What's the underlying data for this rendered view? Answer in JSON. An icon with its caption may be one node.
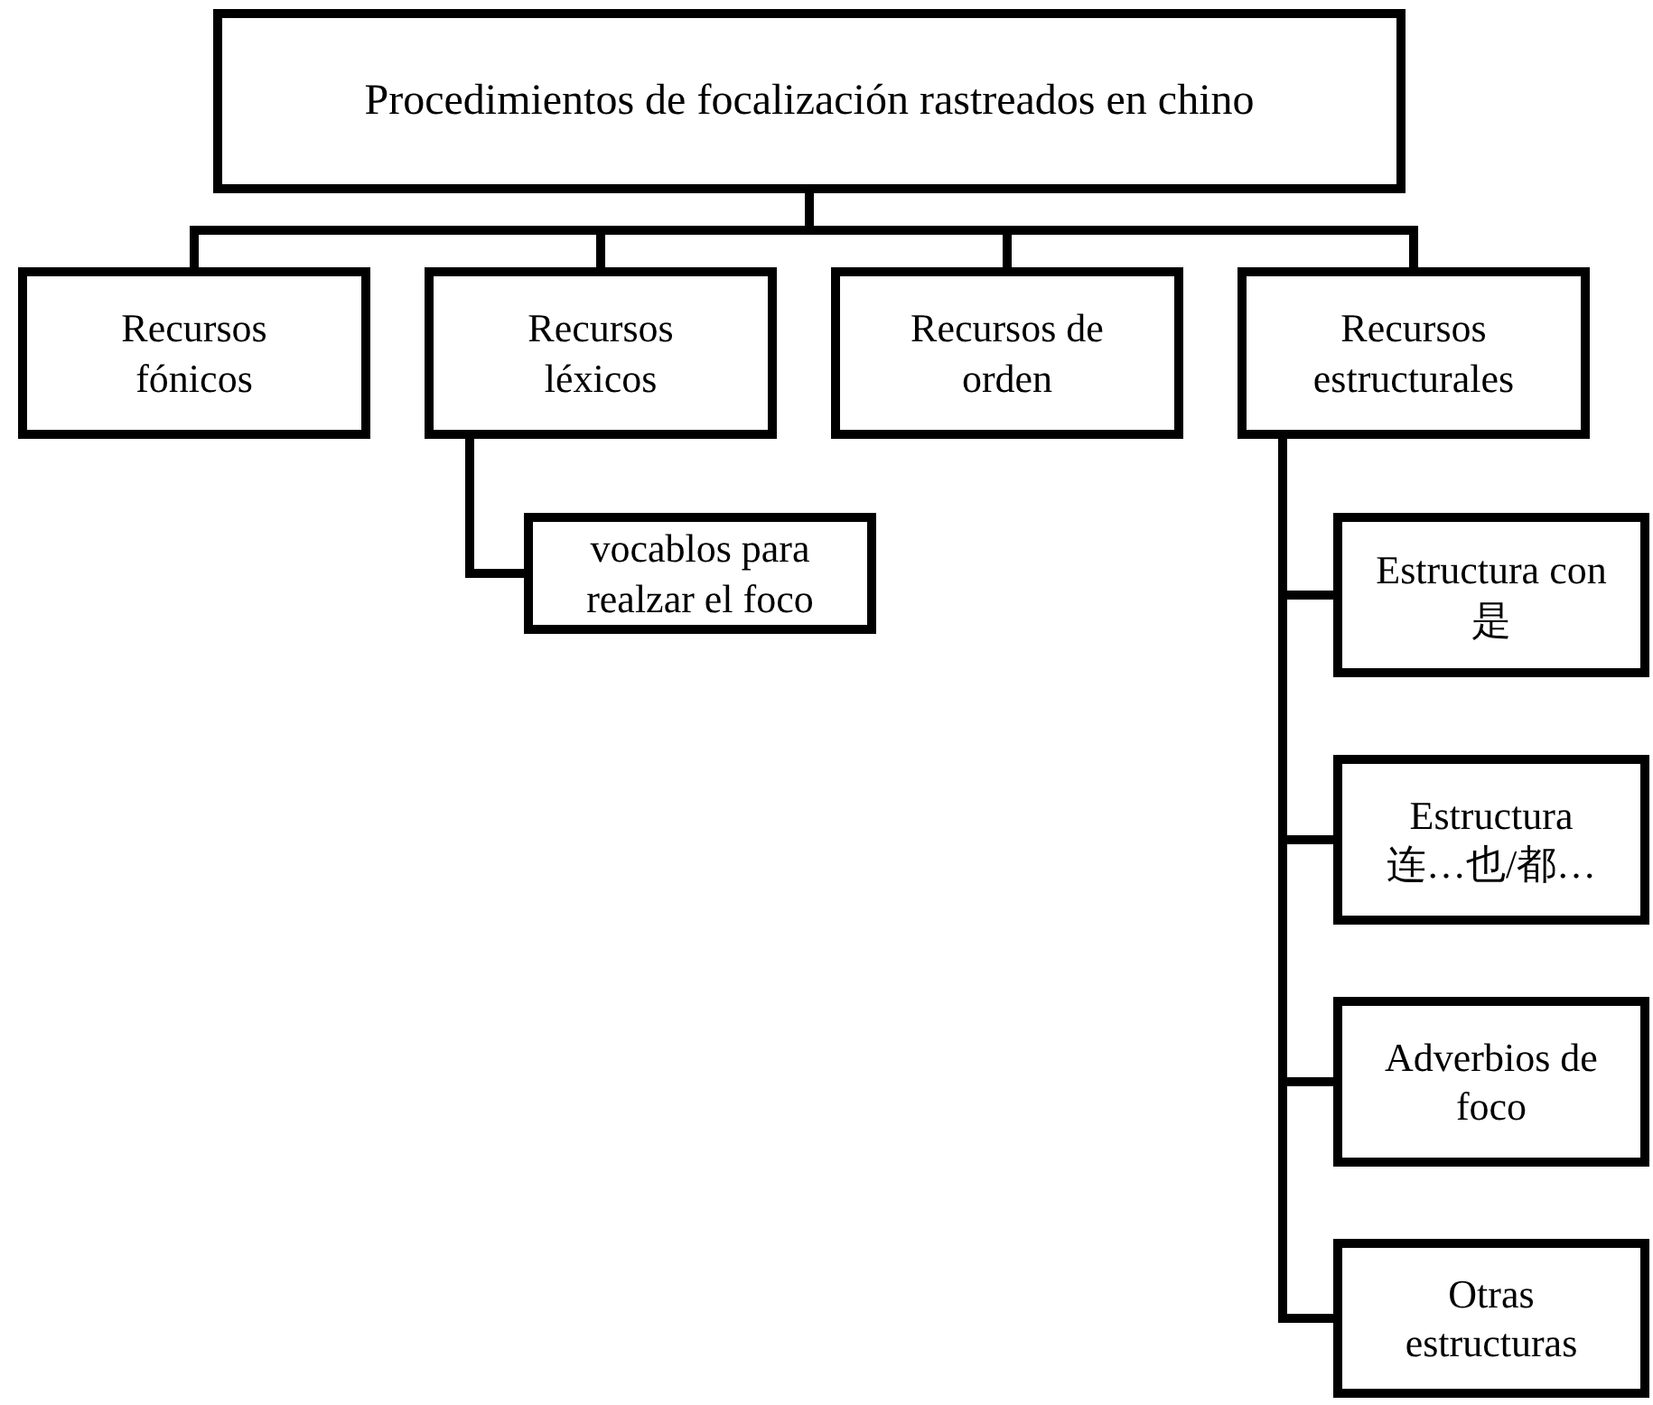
{
  "diagram": {
    "nodes": [
      {
        "text": [
          "Procedimientos de focalización rastreados en chino"
        ]
      },
      {
        "text": [
          "Recursos fónicos"
        ]
      },
      {
        "text": [
          "Recursos léxicos"
        ]
      },
      {
        "text": [
          "Recursos de orden"
        ]
      },
      {
        "text": [
          "Recursos estructurales"
        ]
      },
      {
        "text": [
          "vocablos para realzar el foco"
        ]
      },
      {
        "text": [
          "Estructura con 是"
        ]
      },
      {
        "text": [
          "Estructura 连…也/都…"
        ]
      },
      {
        "text": [
          "Adverbios de foco"
        ]
      },
      {
        "text": [
          "Otras estructuras"
        ]
      }
    ],
    "edges": [
      {
        "from": 0,
        "to": 1,
        "arrow": "none"
      },
      {
        "from": 0,
        "to": 2,
        "arrow": "none"
      },
      {
        "from": 0,
        "to": 3,
        "arrow": "none"
      },
      {
        "from": 0,
        "to": 4,
        "arrow": "none"
      },
      {
        "from": 2,
        "to": 5,
        "arrow": "none"
      },
      {
        "from": 4,
        "to": 6,
        "arrow": "none"
      },
      {
        "from": 4,
        "to": 7,
        "arrow": "none"
      },
      {
        "from": 4,
        "to": 8,
        "arrow": "none"
      },
      {
        "from": 4,
        "to": 9,
        "arrow": "none"
      }
    ]
  }
}
